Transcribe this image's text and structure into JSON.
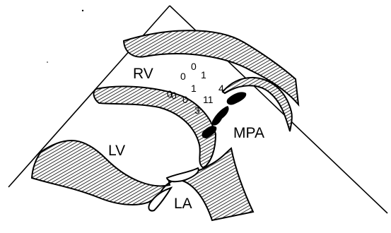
{
  "labels": {
    "rv": "RV",
    "lv": "LV",
    "la": "LA",
    "mpa": "MPA"
  },
  "values": [
    "0",
    "0",
    "1",
    "0",
    "1",
    "4",
    "0",
    "0",
    "11",
    "3"
  ]
}
